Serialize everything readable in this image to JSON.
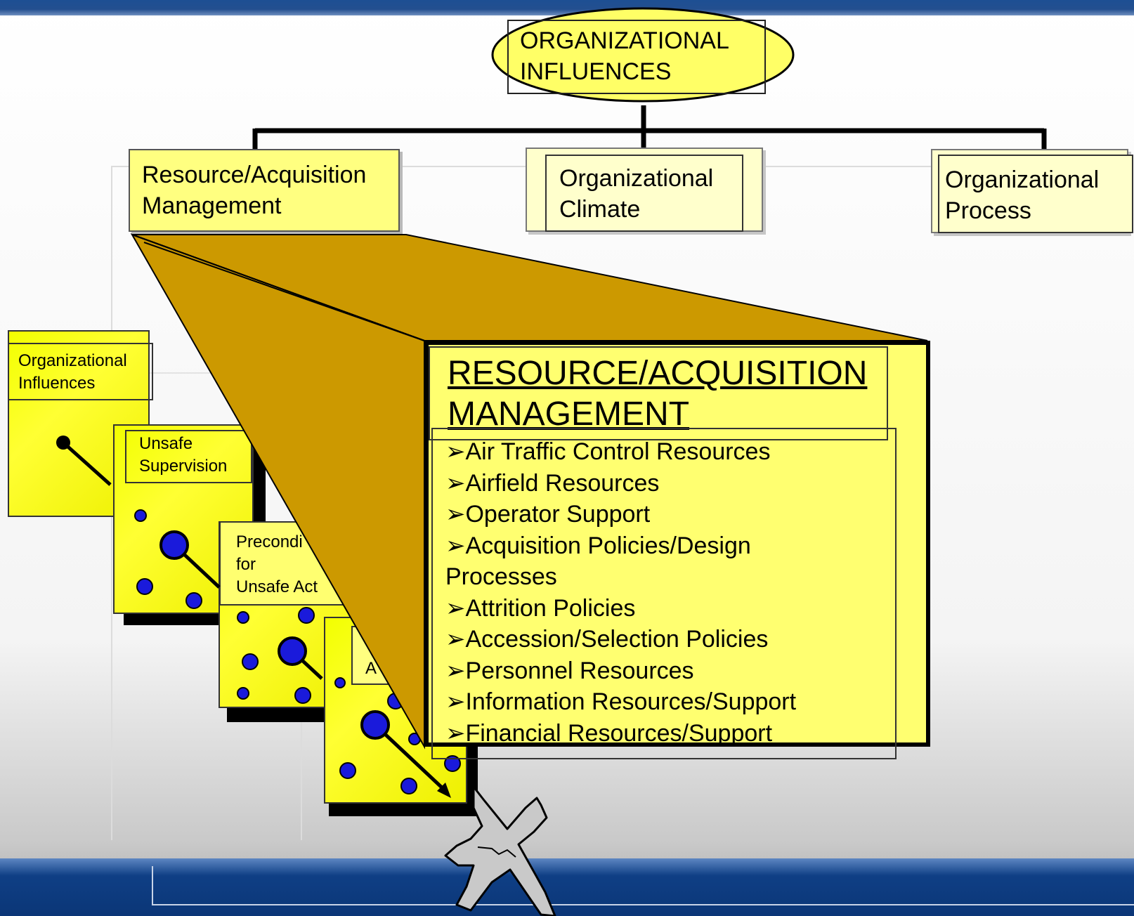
{
  "top": {
    "title_lines": "ORGANIZATIONAL\nINFLUENCES"
  },
  "categories": [
    {
      "label": "Resource/Acquisition\nManagement"
    },
    {
      "label": "Organizational\nClimate"
    },
    {
      "label": "Organizational\nProcess"
    }
  ],
  "stack": {
    "panel1": "Organizational\nInfluences",
    "panel2": "Unsafe\nSupervision",
    "panel3": "Precondi\nfor\n Unsafe Act",
    "panel4": "A"
  },
  "detail": {
    "title": "RESOURCE/ACQUISITION\nMANAGEMENT",
    "items": [
      "➢Air Traffic Control Resources",
      "➢Airfield Resources",
      "➢Operator Support",
      "➢Acquisition Policies/Design",
      "Processes",
      "➢Attrition Policies",
      "➢Accession/Selection Policies",
      "➢Personnel Resources",
      "➢Information Resources/Support",
      "➢Financial Resources/Support"
    ]
  },
  "colors": {
    "yellow_box": "#ffff80",
    "ellipse": "#ffff66",
    "wedge": "#cc9900",
    "hole": "#1a1adb",
    "blue_band": "#0b3677"
  },
  "icons": [
    "airplane-icon"
  ]
}
